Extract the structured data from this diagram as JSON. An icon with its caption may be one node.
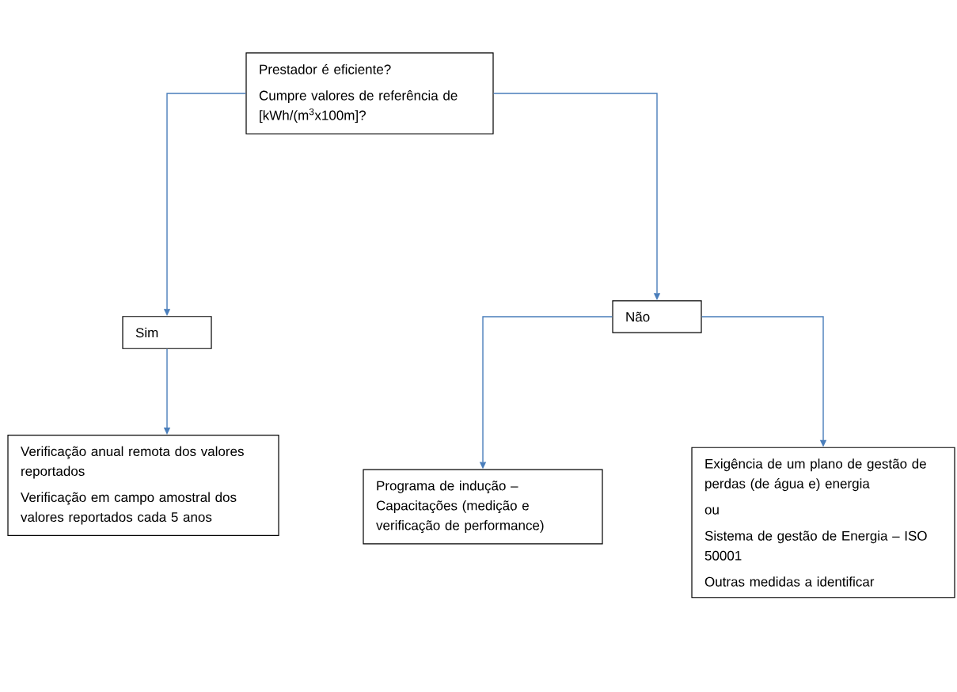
{
  "diagram": {
    "nodes": [
      {
        "text": [
          "Prestador é eficiente?",
          "Cumpre valores de referência de [kWh/(m$^{3}$x100m]?"
        ]
      },
      {
        "text": [
          "Sim"
        ]
      },
      {
        "text": [
          "Verificação anual remota dos valores reportados",
          "Verificação em campo amostral dos valores reportados cada 5 anos"
        ]
      },
      {
        "text": [
          "Não"
        ]
      },
      {
        "text": [
          "Programa de indução – Capacitações (medição e verificação de performance)"
        ]
      },
      {
        "text": [
          "Exigência de um plano de gestão de perdas (de água e) energia",
          "ou",
          "Sistema de gestão de Energia – ISO 50001",
          "Outras medidas a identificar"
        ]
      }
    ],
    "edges": [
      {
        "from": 0,
        "to": 1,
        "arrow": "to"
      },
      {
        "from": 1,
        "to": 2,
        "arrow": "to"
      },
      {
        "from": 0,
        "to": 3,
        "arrow": "to"
      },
      {
        "from": 3,
        "to": 4,
        "arrow": "to"
      },
      {
        "from": 3,
        "to": 5,
        "arrow": "to"
      }
    ]
  }
}
